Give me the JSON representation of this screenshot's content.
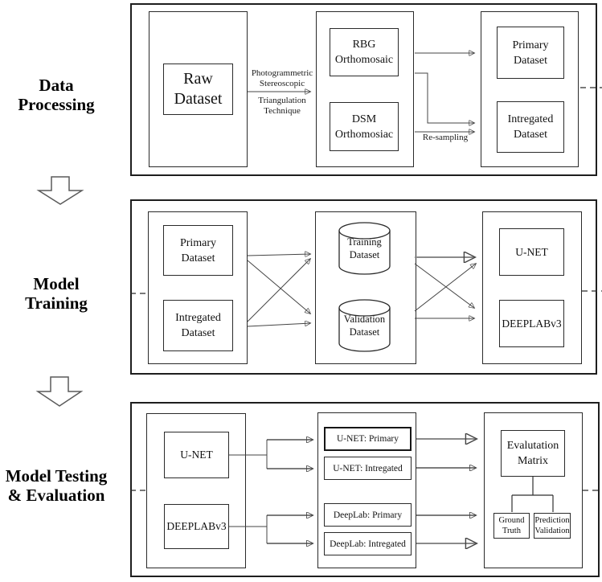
{
  "stage1": {
    "title": "Data\nProcessing",
    "raw": "Raw\nDataset",
    "photogrammetric_label": "Photogrammetric\nStereoscopic",
    "triangulation_label": "Triangulation\nTechnique",
    "rbg": "RBG\nOrthomosaic",
    "dsm": "DSM\nOrthomosiac",
    "primary": "Primary\nDataset",
    "integrated": "Intregated\nDataset",
    "resampling_label": "Re-sampling"
  },
  "stage2": {
    "title": "Model\nTraining",
    "primary": "Primary\nDataset",
    "integrated": "Intregated\nDataset",
    "training": "Training\nDataset",
    "validation": "Validation\nDataset",
    "unet": "U-NET",
    "deeplab": "DEEPLABv3"
  },
  "stage3": {
    "title": "Model Testing\n& Evaluation",
    "unet": "U-NET",
    "deeplab": "DEEPLABv3",
    "unet_primary": "U-NET: Primary",
    "unet_integrated": "U-NET: Intregated",
    "deeplab_primary": "DeepLab: Primary",
    "deeplab_integrated": "DeepLab: Intregated",
    "evaluation_matrix": "Evalutation\nMatrix",
    "ground_truth": "Ground\nTruth",
    "prediction_validation": "Prediction\nValidation"
  }
}
